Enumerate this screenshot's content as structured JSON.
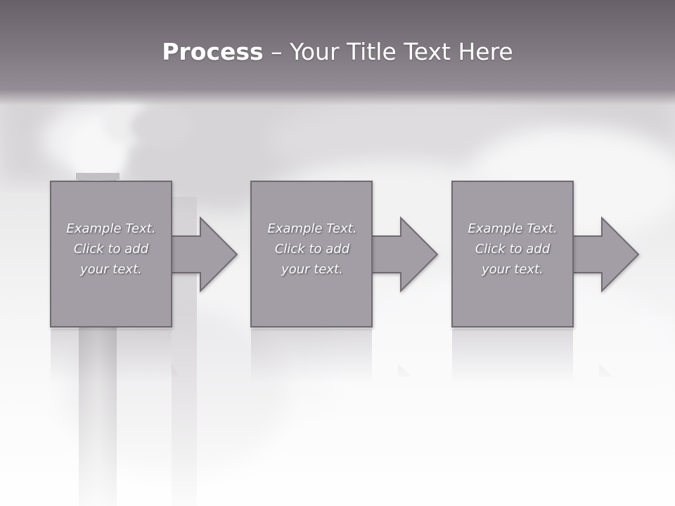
{
  "slide": {
    "title_bold": "Process",
    "title_rest": " – Your Title Text Here"
  },
  "steps": [
    {
      "text": "Example Text.\nClick  to add\nyour text."
    },
    {
      "text": "Example Text.\nClick  to add\nyour text."
    },
    {
      "text": "Example Text.\nClick  to add\nyour text."
    }
  ],
  "colors": {
    "title_band": "#7e777f",
    "step_fill": "#a39ea6",
    "step_border": "#6f6a70",
    "text": "#ffffff"
  }
}
